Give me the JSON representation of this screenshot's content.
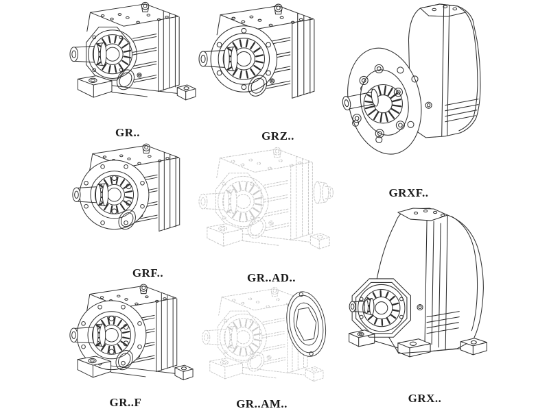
{
  "page": {
    "background": "#ffffff"
  },
  "style": {
    "line_color": "#2e2e2e",
    "phantom_color": "#c9c9c9",
    "label_color": "#1a1a1a"
  },
  "items": [
    {
      "id": "gr",
      "label": "GR..",
      "variant": "gr",
      "phantom": false
    },
    {
      "id": "grz",
      "label": "GRZ..",
      "variant": "grz",
      "phantom": false
    },
    {
      "id": "grxf",
      "label": "GRXF..",
      "variant": "grxf",
      "phantom": false
    },
    {
      "id": "grf",
      "label": "GRF..",
      "variant": "grf",
      "phantom": false
    },
    {
      "id": "grad",
      "label": "GR..AD..",
      "variant": "gr_ad",
      "phantom": true
    },
    {
      "id": "grff",
      "label": "GR..F",
      "variant": "gr_f",
      "phantom": false
    },
    {
      "id": "gram",
      "label": "GR..AM..",
      "variant": "gr_am",
      "phantom": true
    },
    {
      "id": "grx",
      "label": "GRX..",
      "variant": "grx",
      "phantom": false
    }
  ]
}
